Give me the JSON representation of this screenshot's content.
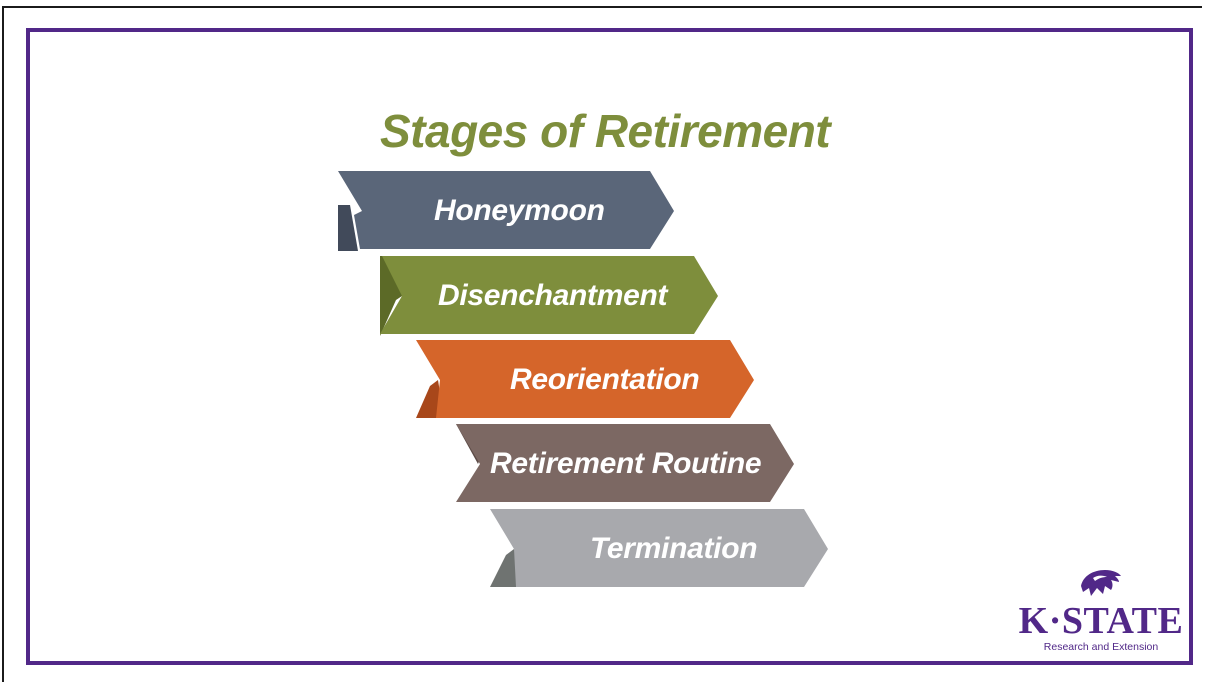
{
  "title": "Stages of Retirement",
  "colors": {
    "frame": "#512888",
    "title": "#7e8e3c"
  },
  "stages": [
    {
      "label": "Honeymoon",
      "color": "#5a6679",
      "fold": "#414a5a"
    },
    {
      "label": "Disenchantment",
      "color": "#7e8e3c",
      "fold": "#5c6a27"
    },
    {
      "label": "Reorientation",
      "color": "#d5652a",
      "fold": "#a8471a"
    },
    {
      "label": "Retirement Routine",
      "color": "#7c6863",
      "fold": "#5c4b47"
    },
    {
      "label": "Termination",
      "color": "#a8a9ad",
      "fold": "#6f7371"
    }
  ],
  "logo": {
    "wordmark": "K·STATE",
    "subtitle": "Research and Extension",
    "icon": "wildcat-icon"
  }
}
